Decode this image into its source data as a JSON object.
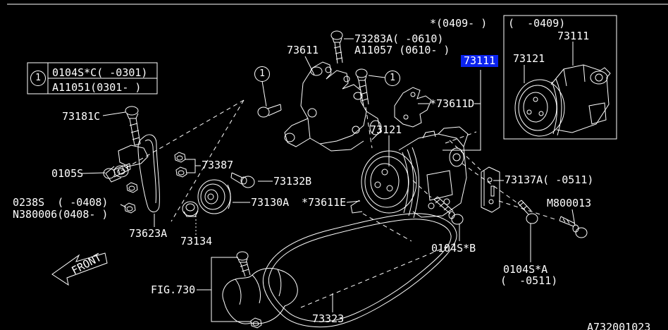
{
  "figure": {
    "type": "parts-diagram",
    "background_color": "#000000",
    "line_color": "#ffffff",
    "highlight_color": "#0b23ee",
    "highlight_text_color": "#ffffff",
    "footer_code": "A732001023"
  },
  "legend_table": {
    "callout": "1",
    "rows": [
      "0104S*C( -0301)",
      "A11051(0301- )"
    ]
  },
  "callouts": {
    "label": "1"
  },
  "labels": {
    "l73181c": "73181C",
    "l0105s": "0105S",
    "l0238s": "0238S  ( -0408)",
    "ln380006": "N380006(0408- )",
    "l73623a": "73623A",
    "l73387": "73387",
    "l73132b": "73132B",
    "l73130a": "73130A",
    "l73611e": "*73611E",
    "l73134": "73134",
    "front": "FRONT",
    "fig730": "FIG.730",
    "l73323": "73323",
    "l73611": "73611",
    "l73283a": "73283A( -0610)",
    "la11057": "A11057 (0610- )",
    "range_after": "*(0409- )",
    "range_before": "(  -0409)",
    "l73111_inset": "73111",
    "l73121_inset": "73121",
    "l73111_selected": "73111",
    "l73611d": "*73611D",
    "l73121": "73121",
    "l73137a": "73137A( -0511)",
    "m800013": "M800013",
    "l0104sb": "0104S*B",
    "l0104sa1": "0104S*A",
    "l0104sa2": "(  -0511)"
  }
}
